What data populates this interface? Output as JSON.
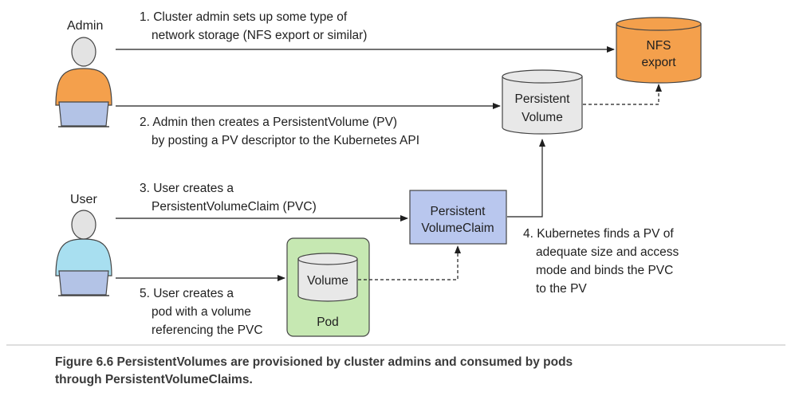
{
  "actors": {
    "admin": {
      "label": "Admin",
      "shirt_color": "#f4a04c"
    },
    "user": {
      "label": "User",
      "shirt_color": "#a8dff0"
    }
  },
  "nodes": {
    "nfs_export": {
      "line1": "NFS",
      "line2": "export",
      "color": "#f4a04c"
    },
    "persistent_volume": {
      "line1": "Persistent",
      "line2": "Volume",
      "color": "#e8e8e8"
    },
    "pvc": {
      "line1": "Persistent",
      "line2": "VolumeClaim",
      "color": "#b9c7ee"
    },
    "volume": {
      "label": "Volume",
      "color": "#e8e8e8"
    },
    "pod": {
      "label": "Pod",
      "color": "#c6e8b2"
    }
  },
  "steps": {
    "step1": [
      "1. Cluster admin sets up some type of",
      "network storage (NFS export or similar)"
    ],
    "step2": [
      "2. Admin then creates a PersistentVolume (PV)",
      "by posting a PV descriptor to the Kubernetes API"
    ],
    "step3": [
      "3. User creates a",
      "PersistentVolumeClaim (PVC)"
    ],
    "step4": [
      "4. Kubernetes finds a PV of",
      "adequate size and access",
      "mode and binds the PVC",
      "to the PV"
    ],
    "step5": [
      "5. User creates a",
      "pod with a volume",
      "referencing the PVC"
    ]
  },
  "caption": {
    "line1": "Figure 6.6   PersistentVolumes are provisioned by cluster admins and consumed by pods",
    "line2": "through PersistentVolumeClaims."
  },
  "colors": {
    "laptop": "#b3c3e6",
    "head": "#e3e3e3",
    "line": "#1f1f1f"
  }
}
